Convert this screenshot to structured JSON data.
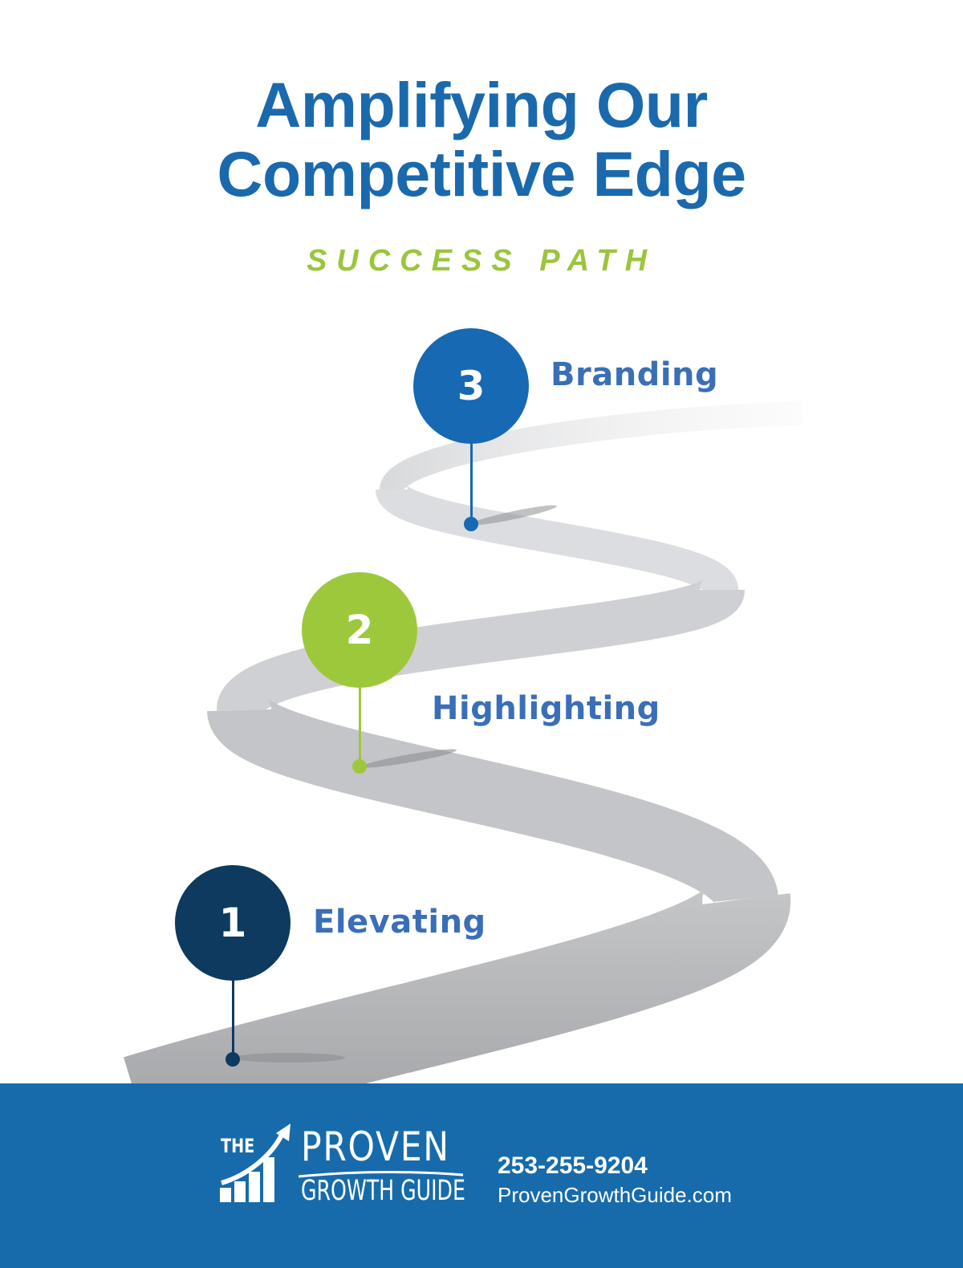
{
  "header": {
    "title_line1": "Amplifying Our",
    "title_line2": "Competitive Edge",
    "subtitle": "SUCCESS PATH"
  },
  "steps": [
    {
      "number": "1",
      "label": "Elevating",
      "color": "#0d3a5e"
    },
    {
      "number": "2",
      "label": "Highlighting",
      "color": "#9dc83c"
    },
    {
      "number": "3",
      "label": "Branding",
      "color": "#1769b3"
    }
  ],
  "footer": {
    "logo": {
      "the": "THE",
      "proven": "PROVEN",
      "growth_guide": "GROWTH GUIDE"
    },
    "phone": "253-255-9204",
    "website": "ProvenGrowthGuide.com",
    "background": "#176bab"
  },
  "colors": {
    "title": "#1a69ad",
    "subtitle": "#9bc53d",
    "label": "#3a6fb7",
    "road": "#c4c5c8"
  }
}
